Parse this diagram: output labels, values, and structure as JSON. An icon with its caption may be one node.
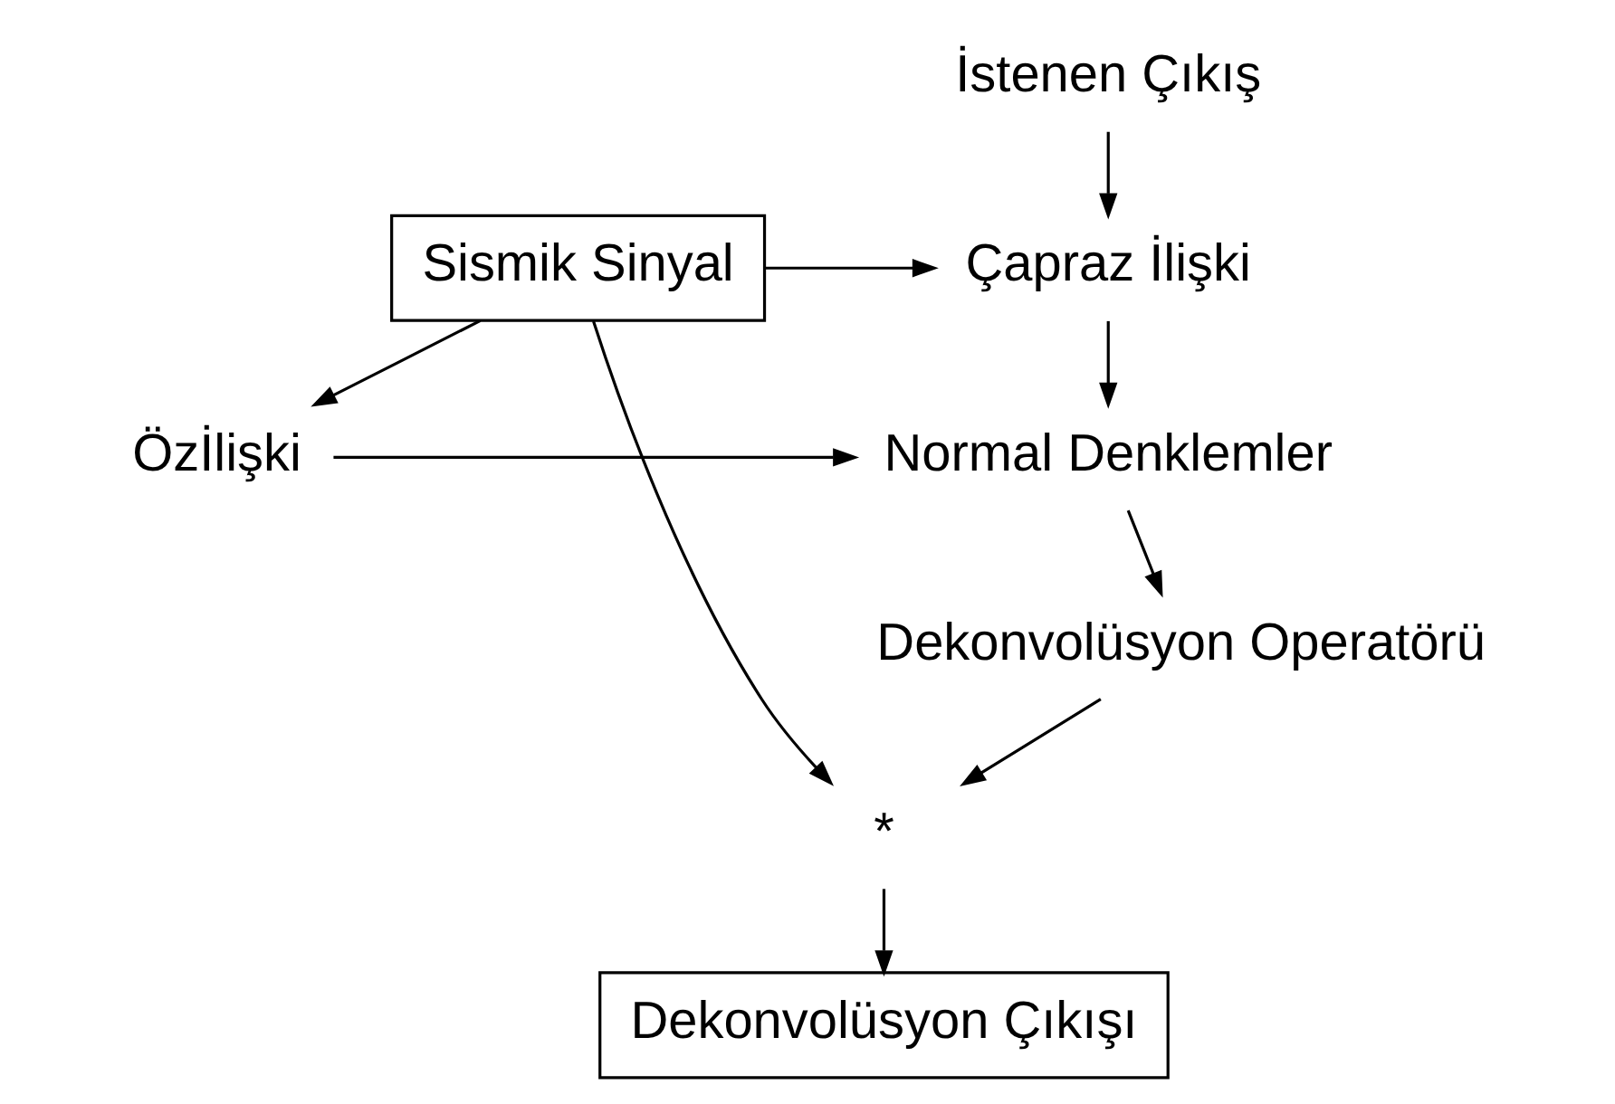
{
  "diagram": {
    "nodes": [
      {
        "text": [
          "İstenen Çıkış"
        ]
      },
      {
        "text": [
          "Sismik Sinyal"
        ]
      },
      {
        "text": [
          "Çapraz İlişki"
        ]
      },
      {
        "text": [
          "Özİlişki"
        ]
      },
      {
        "text": [
          "Normal Denklemler"
        ]
      },
      {
        "text": [
          "Dekonvolüsyon Operatörü"
        ]
      },
      {
        "text": [
          "*"
        ]
      },
      {
        "text": [
          "Dekonvolüsyon Çıkışı"
        ]
      }
    ],
    "edges": [
      {
        "from": 0,
        "to": 2,
        "arrow": "to"
      },
      {
        "from": 1,
        "to": 2,
        "arrow": "to"
      },
      {
        "from": 1,
        "to": 3,
        "arrow": "to"
      },
      {
        "from": 2,
        "to": 4,
        "arrow": "to"
      },
      {
        "from": 3,
        "to": 4,
        "arrow": "to"
      },
      {
        "from": 4,
        "to": 5,
        "arrow": "to"
      },
      {
        "from": 5,
        "to": 6,
        "arrow": "to"
      },
      {
        "from": 1,
        "to": 6,
        "arrow": "to"
      },
      {
        "from": 6,
        "to": 7,
        "arrow": "to"
      }
    ]
  }
}
